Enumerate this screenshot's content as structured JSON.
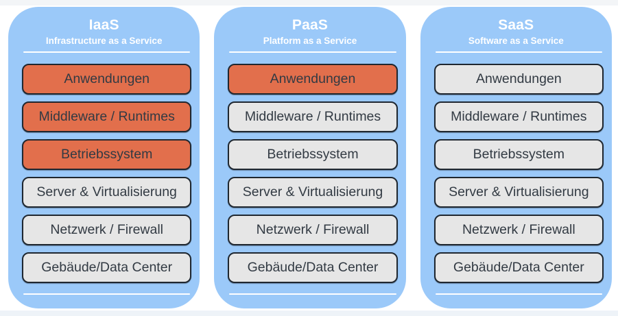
{
  "colors": {
    "column_bg": "#9bc9f9",
    "managed_layer": "#e26f4c",
    "provider_layer": "#e6e6e6",
    "layer_border": "#1f2730",
    "layer_text": "#323a43",
    "header_text": "#ffffff"
  },
  "columns": [
    {
      "title": "IaaS",
      "subtitle": "Infrastructure as a Service",
      "layers": [
        {
          "label": "Anwendungen",
          "managed": true
        },
        {
          "label": "Middleware / Runtimes",
          "managed": true
        },
        {
          "label": "Betriebssystem",
          "managed": true
        },
        {
          "label": "Server & Virtualisierung",
          "managed": false
        },
        {
          "label": "Netzwerk / Firewall",
          "managed": false
        },
        {
          "label": "Gebäude/Data Center",
          "managed": false
        }
      ]
    },
    {
      "title": "PaaS",
      "subtitle": "Platform as a Service",
      "layers": [
        {
          "label": "Anwendungen",
          "managed": true
        },
        {
          "label": "Middleware / Runtimes",
          "managed": false
        },
        {
          "label": "Betriebssystem",
          "managed": false
        },
        {
          "label": "Server & Virtualisierung",
          "managed": false
        },
        {
          "label": "Netzwerk / Firewall",
          "managed": false
        },
        {
          "label": "Gebäude/Data Center",
          "managed": false
        }
      ]
    },
    {
      "title": "SaaS",
      "subtitle": "Software as a Service",
      "layers": [
        {
          "label": "Anwendungen",
          "managed": false
        },
        {
          "label": "Middleware / Runtimes",
          "managed": false
        },
        {
          "label": "Betriebssystem",
          "managed": false
        },
        {
          "label": "Server & Virtualisierung",
          "managed": false
        },
        {
          "label": "Netzwerk / Firewall",
          "managed": false
        },
        {
          "label": "Gebäude/Data Center",
          "managed": false
        }
      ]
    }
  ]
}
